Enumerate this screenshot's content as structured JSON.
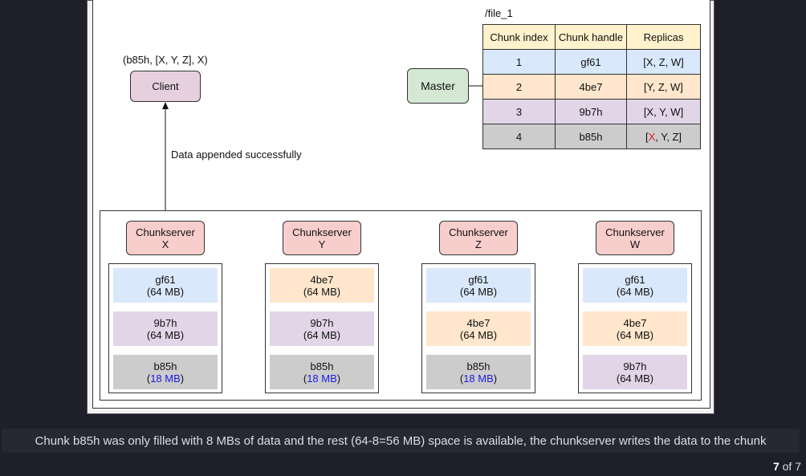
{
  "diagram": {
    "file_name": "/file_1",
    "client": {
      "label": "Client",
      "tuple": "(b85h, [X, Y, Z], X)"
    },
    "master": {
      "label": "Master"
    },
    "edge_label": "Data appended successfully",
    "chunk_table": {
      "headers": [
        "Chunk index",
        "Chunk handle",
        "Replicas"
      ],
      "rows": [
        {
          "index": "1",
          "handle": "gf61",
          "replicas": "[X, Z, W]",
          "color": "#dae8fc"
        },
        {
          "index": "2",
          "handle": "4be7",
          "replicas": "[Y, Z, W]",
          "color": "#ffe6cc"
        },
        {
          "index": "3",
          "handle": "9b7h",
          "replicas": "[X, Y, W]",
          "color": "#e1d5e7"
        },
        {
          "index": "4",
          "handle": "b85h",
          "replicas_primary": "X",
          "replicas_rest": ", Y, Z]",
          "replicas_open": "[",
          "color": "#cccccc"
        }
      ]
    },
    "chunkservers": [
      {
        "name": "Chunkserver",
        "id": "X",
        "chunks": [
          {
            "handle": "gf61",
            "size": "64 MB"
          },
          {
            "handle": "9b7h",
            "size": "64 MB"
          },
          {
            "handle": "b85h",
            "size": "18 MB"
          }
        ]
      },
      {
        "name": "Chunkserver",
        "id": "Y",
        "chunks": [
          {
            "handle": "4be7",
            "size": "64 MB"
          },
          {
            "handle": "9b7h",
            "size": "64 MB"
          },
          {
            "handle": "b85h",
            "size": "18 MB"
          }
        ]
      },
      {
        "name": "Chunkserver",
        "id": "Z",
        "chunks": [
          {
            "handle": "gf61",
            "size": "64 MB"
          },
          {
            "handle": "4be7",
            "size": "64 MB"
          },
          {
            "handle": "b85h",
            "size": "18 MB"
          }
        ]
      },
      {
        "name": "Chunkserver",
        "id": "W",
        "chunks": [
          {
            "handle": "gf61",
            "size": "64 MB"
          },
          {
            "handle": "4be7",
            "size": "64 MB"
          },
          {
            "handle": "9b7h",
            "size": "64 MB"
          }
        ]
      }
    ],
    "colors": {
      "client": "#e6d0de",
      "master": "#d5e8d4",
      "chunkserver": "#f8cecc",
      "table_header": "#fff2cc",
      "highlight_size": "#1a1ae6",
      "highlight_primary": "#e01b1b"
    }
  },
  "caption": "Chunk b85h was only filled with 8 MBs of data and the rest (64-8=56 MB) space is available, the chunkserver writes the data to the chunk",
  "pagination": {
    "current": "7",
    "total_label": "of 7"
  }
}
